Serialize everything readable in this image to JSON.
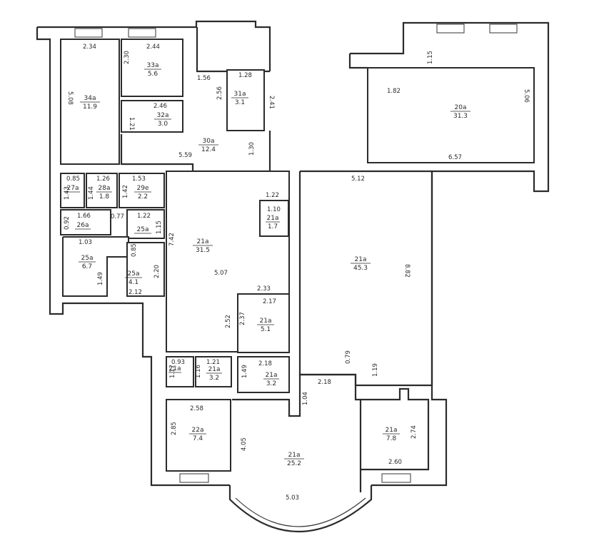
{
  "rooms": [
    {
      "id": "34a",
      "area": "11.9"
    },
    {
      "id": "33a",
      "area": "5.6"
    },
    {
      "id": "32a",
      "area": "3.0"
    },
    {
      "id": "31a",
      "area": "3.1"
    },
    {
      "id": "30a",
      "area": "12.4"
    },
    {
      "id": "20a",
      "area": "31.3"
    },
    {
      "id": "27a",
      "area": ""
    },
    {
      "id": "28a",
      "area": "1.8"
    },
    {
      "id": "29e",
      "area": "2.2"
    },
    {
      "id": "26a",
      "area": ""
    },
    {
      "id": "25a",
      "area": ""
    },
    {
      "id": "25a",
      "area": "6.7"
    },
    {
      "id": "25a",
      "area": "4.1"
    },
    {
      "id": "21a",
      "area": "31.5"
    },
    {
      "id": "21a",
      "area": "1.7"
    },
    {
      "id": "21a",
      "area": "45.3"
    },
    {
      "id": "21a",
      "area": "5.1"
    },
    {
      "id": "21a",
      "area": ""
    },
    {
      "id": "21a",
      "area": "3.2"
    },
    {
      "id": "21a",
      "area": "3.2"
    },
    {
      "id": "22a",
      "area": "7.4"
    },
    {
      "id": "21a",
      "area": "25.2"
    },
    {
      "id": "21a",
      "area": "7.8"
    }
  ],
  "dimensions": [
    "2.34",
    "2.44",
    "5.08",
    "2.30",
    "1.56",
    "1.28",
    "2.46",
    "2.56",
    "2.41",
    "1.21",
    "5.59",
    "1.30",
    "1.15",
    "1.82",
    "5.06",
    "6.57",
    "5.12",
    "0.85",
    "1.26",
    "1.53",
    "1.43",
    "1.44",
    "1.42",
    "1.22",
    "1.10",
    "1.66",
    "0.77",
    "1.22",
    "0.92",
    "1.15",
    "7.42",
    "1.03",
    "0.85",
    "8.82",
    "2.20",
    "1.49",
    "2.12",
    "5.07",
    "2.33",
    "2.17",
    "2.52",
    "2.37",
    "0.79",
    "1.19",
    "0.93",
    "1.21",
    "2.18",
    "2.18",
    "1.17",
    "1.16",
    "1.49",
    "1.04",
    "2.58",
    "2.85",
    "4.05",
    "2.74",
    "2.60",
    "5.03"
  ]
}
